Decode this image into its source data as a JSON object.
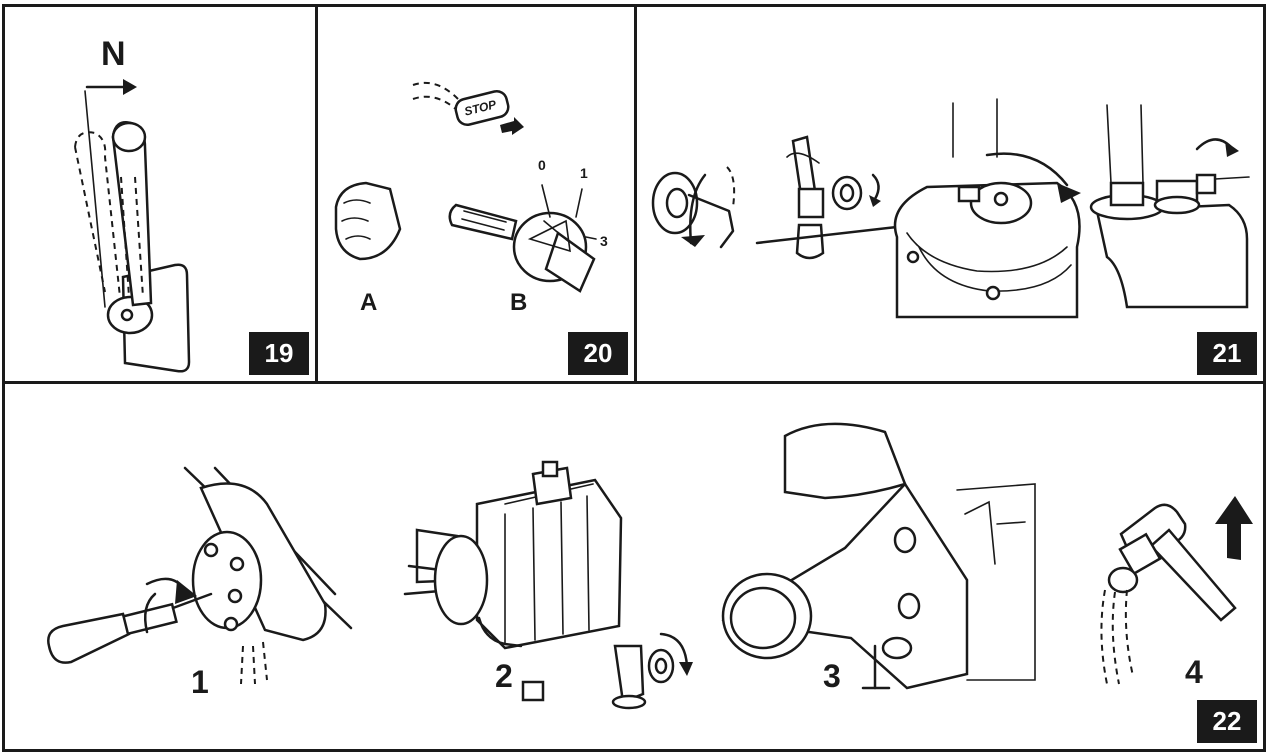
{
  "panels": {
    "p19": {
      "number": "19",
      "label_n": "N"
    },
    "p20": {
      "number": "20",
      "stop_text": "STOP",
      "label_a": "A",
      "label_b": "B",
      "key_positions": [
        "0",
        "1",
        "3"
      ]
    },
    "p21": {
      "number": "21"
    },
    "p22": {
      "number": "22",
      "steps": [
        "1",
        "2",
        "3",
        "4"
      ]
    }
  },
  "icons": [
    "throttle-lever-icon",
    "stop-button-icon",
    "key-switch-icon",
    "seacock-valve-icon",
    "drain-plug-icon",
    "screwdriver-icon",
    "wrench-icon",
    "rotate-arrow-icon"
  ]
}
